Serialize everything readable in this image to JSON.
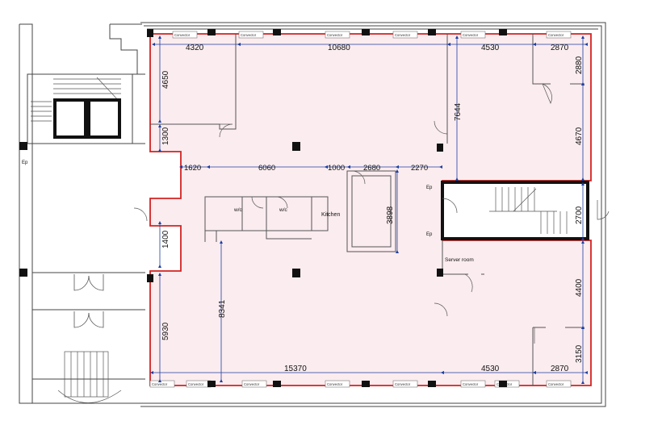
{
  "colors": {
    "zone_fill": "#fbecef",
    "zone_outline": "#d32222",
    "wall": "#111111",
    "dimension": "#1d3ea0",
    "line": "#555555"
  },
  "dimensions": {
    "top_a": "4320",
    "top_b": "10680",
    "top_c": "4530",
    "top_d": "2870",
    "left_upper": "4650",
    "left_mid": "1300",
    "left_door": "1400",
    "left_lower": "5930",
    "mid_1": "1620",
    "mid_2": "6060",
    "mid_3": "1000",
    "mid_4": "2680",
    "mid_5": "2270",
    "core_height": "7644",
    "core_vertical": "8341",
    "kitchen_depth": "3898",
    "right_1": "2880",
    "right_2": "4670",
    "right_3": "2700",
    "right_4": "4400",
    "right_5": "3150",
    "bottom_a": "15370",
    "bottom_b": "4530",
    "bottom_c": "2870"
  },
  "labels": {
    "wc_1": "w/c",
    "wc_2": "w/c",
    "kitchen": "Kitchen",
    "server_room": "Server room",
    "ep_left": "Ep",
    "ep_core_1": "Ep",
    "ep_core_2": "Ep",
    "convector": "Convector"
  }
}
